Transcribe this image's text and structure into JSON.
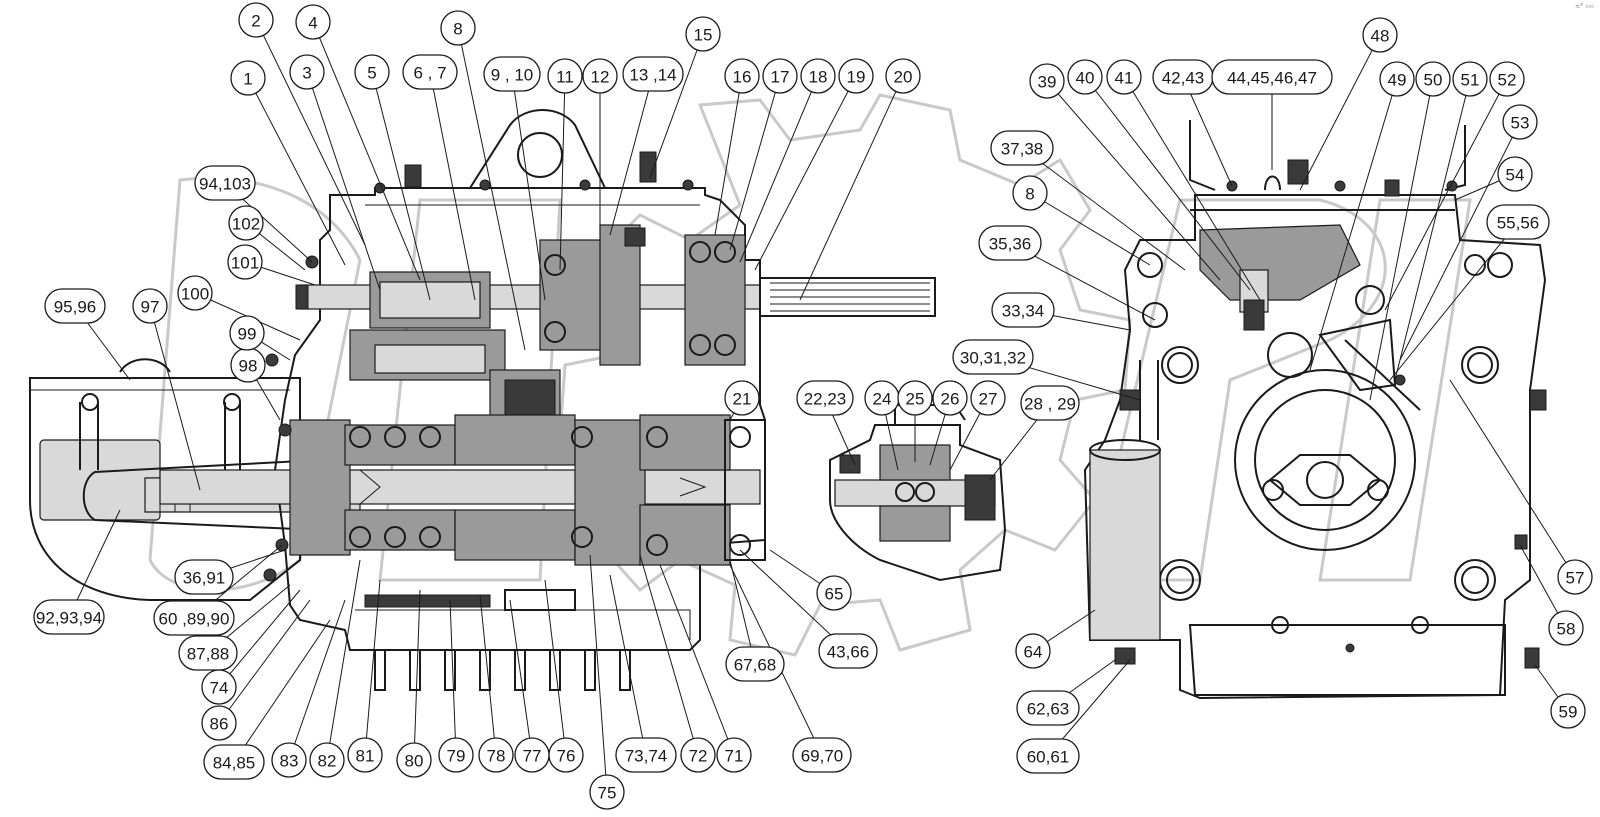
{
  "corner_mark": "≈° ▫▫▫",
  "callouts": [
    {
      "id": "c1",
      "text": "1"
    },
    {
      "id": "c2",
      "text": "2"
    },
    {
      "id": "c3",
      "text": "3"
    },
    {
      "id": "c4",
      "text": "4"
    },
    {
      "id": "c5",
      "text": "5"
    },
    {
      "id": "c6_7",
      "text": "6 , 7"
    },
    {
      "id": "c8a",
      "text": "8"
    },
    {
      "id": "c9_10",
      "text": "9 , 10"
    },
    {
      "id": "c11",
      "text": "11"
    },
    {
      "id": "c12",
      "text": "12"
    },
    {
      "id": "c13_14",
      "text": "13 ,14"
    },
    {
      "id": "c15",
      "text": "15"
    },
    {
      "id": "c16",
      "text": "16"
    },
    {
      "id": "c17",
      "text": "17"
    },
    {
      "id": "c18",
      "text": "18"
    },
    {
      "id": "c19",
      "text": "19"
    },
    {
      "id": "c20",
      "text": "20"
    },
    {
      "id": "c21",
      "text": "21"
    },
    {
      "id": "c22_23",
      "text": "22,23"
    },
    {
      "id": "c24",
      "text": "24"
    },
    {
      "id": "c25",
      "text": "25"
    },
    {
      "id": "c26",
      "text": "26"
    },
    {
      "id": "c27",
      "text": "27"
    },
    {
      "id": "c28_29",
      "text": "28 , 29"
    },
    {
      "id": "c30_32",
      "text": "30,31,32"
    },
    {
      "id": "c33_34",
      "text": "33,34"
    },
    {
      "id": "c35_36",
      "text": "35,36"
    },
    {
      "id": "c8b",
      "text": "8"
    },
    {
      "id": "c37_38",
      "text": "37,38"
    },
    {
      "id": "c39",
      "text": "39"
    },
    {
      "id": "c40",
      "text": "40"
    },
    {
      "id": "c41",
      "text": "41"
    },
    {
      "id": "c42_43",
      "text": "42,43"
    },
    {
      "id": "c44_47",
      "text": "44,45,46,47"
    },
    {
      "id": "c48",
      "text": "48"
    },
    {
      "id": "c49",
      "text": "49"
    },
    {
      "id": "c50",
      "text": "50"
    },
    {
      "id": "c51",
      "text": "51"
    },
    {
      "id": "c52",
      "text": "52"
    },
    {
      "id": "c53",
      "text": "53"
    },
    {
      "id": "c54",
      "text": "54"
    },
    {
      "id": "c55_56",
      "text": "55,56"
    },
    {
      "id": "c57",
      "text": "57"
    },
    {
      "id": "c58",
      "text": "58"
    },
    {
      "id": "c59",
      "text": "59"
    },
    {
      "id": "c60_61",
      "text": "60,61"
    },
    {
      "id": "c62_63",
      "text": "62,63"
    },
    {
      "id": "c64",
      "text": "64"
    },
    {
      "id": "c65",
      "text": "65"
    },
    {
      "id": "c43_66",
      "text": "43,66"
    },
    {
      "id": "c67_68",
      "text": "67,68"
    },
    {
      "id": "c69_70",
      "text": "69,70"
    },
    {
      "id": "c71",
      "text": "71"
    },
    {
      "id": "c72",
      "text": "72"
    },
    {
      "id": "c73_74",
      "text": "73,74"
    },
    {
      "id": "c75",
      "text": "75"
    },
    {
      "id": "c76",
      "text": "76"
    },
    {
      "id": "c77",
      "text": "77"
    },
    {
      "id": "c78",
      "text": "78"
    },
    {
      "id": "c79",
      "text": "79"
    },
    {
      "id": "c80",
      "text": "80"
    },
    {
      "id": "c81",
      "text": "81"
    },
    {
      "id": "c82",
      "text": "82"
    },
    {
      "id": "c83",
      "text": "83"
    },
    {
      "id": "c84_85",
      "text": "84,85"
    },
    {
      "id": "c86",
      "text": "86"
    },
    {
      "id": "c74b",
      "text": "74"
    },
    {
      "id": "c87_88",
      "text": "87,88"
    },
    {
      "id": "c60_89_90",
      "text": "60 ,89,90"
    },
    {
      "id": "c92_94",
      "text": "92,93,94"
    },
    {
      "id": "c36_91",
      "text": "36,91"
    },
    {
      "id": "c95_96",
      "text": "95,96"
    },
    {
      "id": "c97",
      "text": "97"
    },
    {
      "id": "c98",
      "text": "98"
    },
    {
      "id": "c99",
      "text": "99"
    },
    {
      "id": "c100",
      "text": "100"
    },
    {
      "id": "c101",
      "text": "101"
    },
    {
      "id": "c102",
      "text": "102"
    },
    {
      "id": "c94_103",
      "text": "94,103"
    }
  ]
}
